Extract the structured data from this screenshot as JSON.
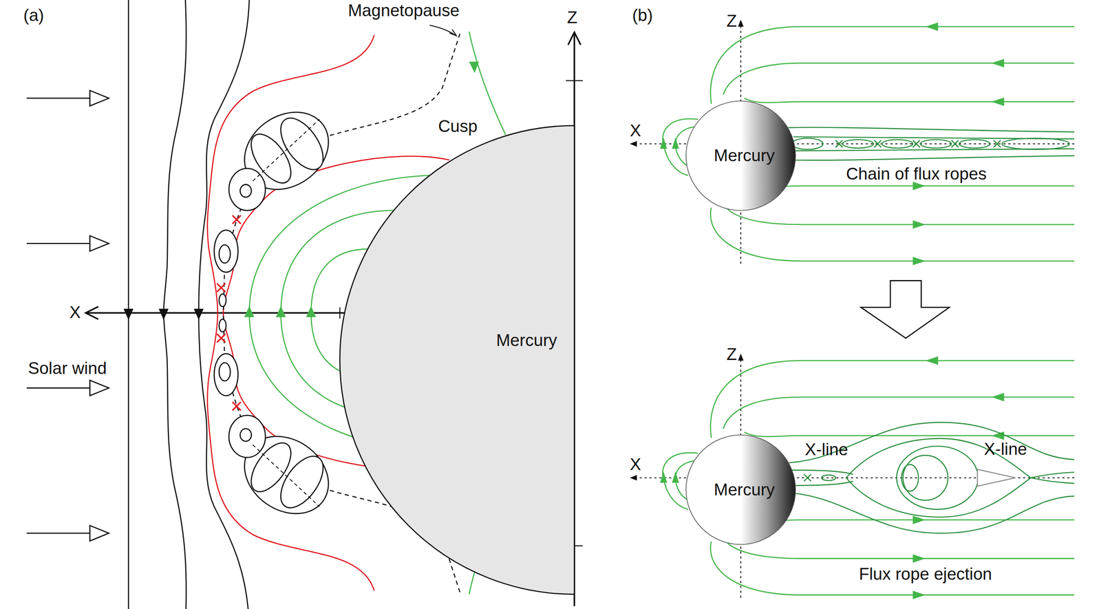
{
  "diagram": {
    "nodes": [
      {
        "text": [
          "Mercury"
        ]
      },
      {
        "text": [
          "Mercury"
        ]
      },
      {
        "text": [
          "Mercury"
        ]
      }
    ],
    "labels": [
      "(a)",
      "Magnetopause",
      "Z",
      "Cusp",
      "X",
      "Solar wind",
      "(b)",
      "Z",
      "X",
      "Chain of flux ropes",
      "Z",
      "X",
      "X-line",
      "X-line",
      "Flux rope ejection"
    ]
  }
}
